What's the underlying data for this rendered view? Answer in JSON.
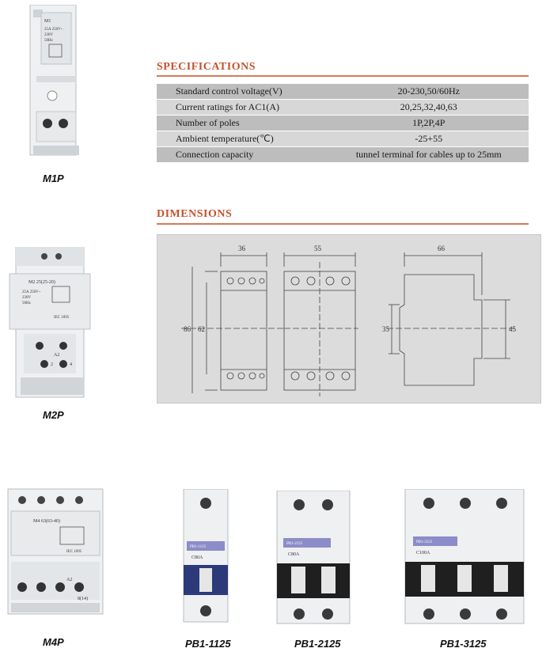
{
  "products": {
    "m1p": {
      "caption": "M1P",
      "face": [
        "M1",
        "25A 250V~",
        "230V",
        "50Hz"
      ]
    },
    "m2p": {
      "caption": "M2P",
      "face": [
        "M2 25(25-20)",
        "25A 250V~",
        "230V",
        "50Hz",
        "IEC 1095",
        "A2",
        "2",
        "4"
      ]
    },
    "m4p": {
      "caption": "M4P",
      "face": [
        "M4 63(63-40)",
        "IEC 1095",
        "A2",
        "8(14)"
      ]
    },
    "pb1_1125": {
      "caption": "PB1-1125",
      "face": [
        "PB1-1125",
        "C80A"
      ]
    },
    "pb1_2125": {
      "caption": "PB1-2125",
      "face": [
        "PB1-2125",
        "C80A"
      ]
    },
    "pb1_3125": {
      "caption": "PB1-3125",
      "face": [
        "PB1-3125",
        "C100A"
      ]
    }
  },
  "specifications": {
    "title": "SPECIFICATIONS",
    "rows": [
      {
        "label": "Standard control voltage(V)",
        "value": "20-230,50/60Hz"
      },
      {
        "label": "Current ratings for AC1(A)",
        "value": "20,25,32,40,63"
      },
      {
        "label": "Number of poles",
        "value": "1P,2P,4P"
      },
      {
        "label": "Ambient temperature(℃)",
        "value": "-25+55"
      },
      {
        "label": "Connection capacity",
        "value": "tunnel terminal for cables up to 25mm"
      }
    ]
  },
  "dimensions": {
    "title": "DIMENSIONS",
    "labels": {
      "width_1": "36",
      "width_2": "55",
      "width_3": "66",
      "height_total": "86",
      "height_inner": "62",
      "height_left": "35",
      "height_right": "45"
    }
  },
  "colors": {
    "accent": "#c4532f",
    "rule": "#d27a55",
    "panel": "#dcdcdc"
  }
}
